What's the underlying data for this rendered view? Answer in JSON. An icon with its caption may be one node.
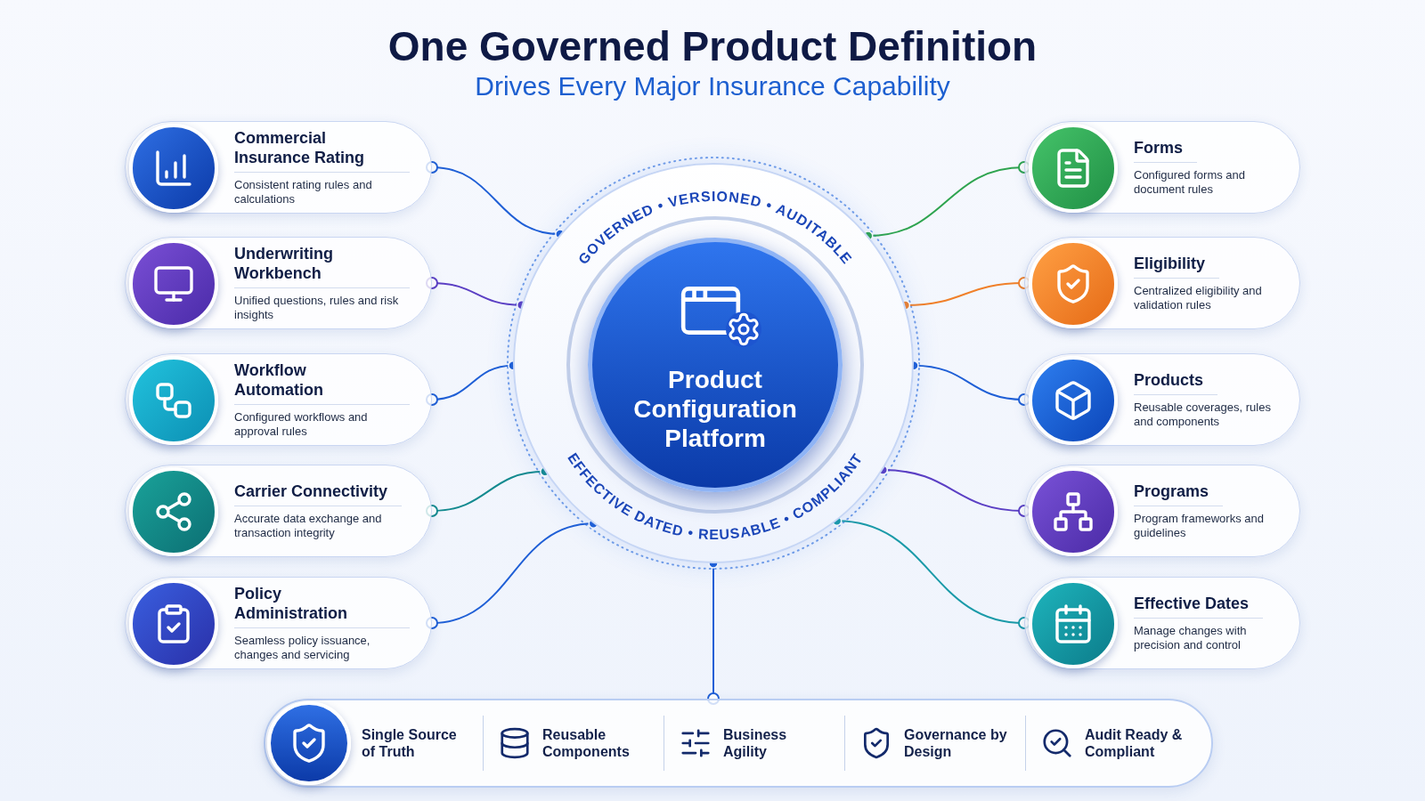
{
  "diagram": {
    "title": "One Governed Product Definition",
    "nodes": [
      {
        "text": [
          "Product Configuration Platform"
        ]
      },
      {
        "text": [
          "Commercial Insurance Rating",
          "Consistent rating rules and calculations"
        ]
      },
      {
        "text": [
          "Underwriting Workbench",
          "Unified questions, rules and risk insights"
        ]
      },
      {
        "text": [
          "Workflow Automation",
          "Configured workflows and approval rules"
        ]
      },
      {
        "text": [
          "Carrier Connectivity",
          "Accurate data exchange and transaction integrity"
        ]
      },
      {
        "text": [
          "Policy Administration",
          "Seamless policy issuance, changes and servicing"
        ]
      },
      {
        "text": [
          "Forms",
          "Configured forms and document rules"
        ]
      },
      {
        "text": [
          "Eligibility",
          "Centralized eligibility and validation rules"
        ]
      },
      {
        "text": [
          "Products",
          "Reusable coverages, rules and components"
        ]
      },
      {
        "text": [
          "Programs",
          "Program frameworks and guidelines"
        ]
      },
      {
        "text": [
          "Effective Dates",
          "Manage changes with precision and control"
        ]
      },
      {
        "text": [
          "Single Source of Truth",
          "Reusable Components",
          "Business Agility",
          "Governance by Design",
          "Audit Ready & Compliant"
        ]
      }
    ],
    "edges": [
      {
        "from": 0,
        "to": 1,
        "arrow": "other"
      },
      {
        "from": 0,
        "to": 2,
        "arrow": "other",
        "color": "#5b3fc4"
      },
      {
        "from": 0,
        "to": 3,
        "arrow": "other"
      },
      {
        "from": 0,
        "to": 4,
        "arrow": "other",
        "color": "#138a8f"
      },
      {
        "from": 0,
        "to": 5,
        "arrow": "other"
      },
      {
        "from": 0,
        "to": 6,
        "arrow": "other",
        "color": "#2ea44f"
      },
      {
        "from": 0,
        "to": 7,
        "arrow": "other",
        "color": "#f0802a"
      },
      {
        "from": 0,
        "to": 8,
        "arrow": "other"
      },
      {
        "from": 0,
        "to": 9,
        "arrow": "other",
        "color": "#5b3fc4"
      },
      {
        "from": 0,
        "to": 10,
        "arrow": "other",
        "color": "#1a9aa8"
      },
      {
        "from": 0,
        "to": 11,
        "arrow": "other"
      }
    ],
    "labels": [
      "Drives Every Major Insurance Capability",
      "GOVERNED • VERSIONED • AUDITABLE",
      "EFFECTIVE DATED • REUSABLE • COMPLIANT"
    ]
  }
}
